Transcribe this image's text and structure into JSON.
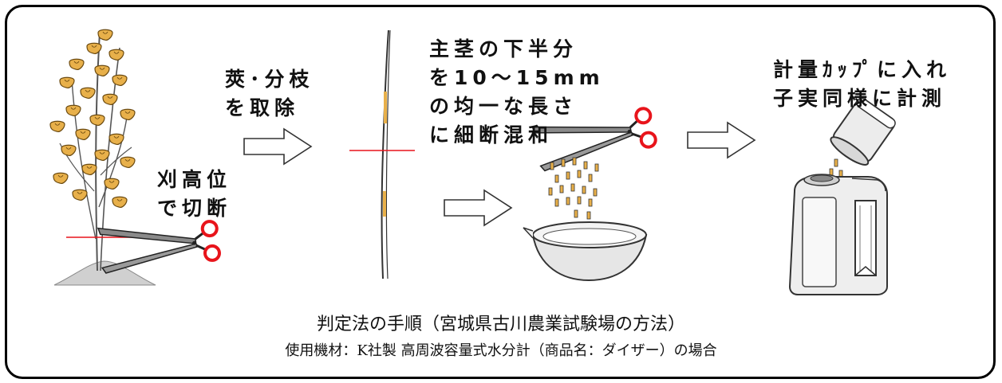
{
  "steps": [
    {
      "id": "cut",
      "lines": [
        "刈高位",
        "で切断"
      ]
    },
    {
      "id": "remove",
      "lines": [
        "莢･分枝",
        "を取除"
      ]
    },
    {
      "id": "chop",
      "lines": [
        "主茎の下半分",
        "を10～15mm",
        "の均一な長さ",
        "に細断混和"
      ]
    },
    {
      "id": "measure",
      "lines": [
        "計量ｶｯﾌﾟに入れ",
        "子実同様に計測"
      ]
    }
  ],
  "caption": {
    "title": "判定法の手順（宮城県古川農業試験場の方法）",
    "subtitle": "使用機材：K社製 高周波容量式水分計（商品名：ダイザー）の場合"
  },
  "colors": {
    "pod": "#e8b04a",
    "pod_outline": "#6b4a10",
    "cut_line": "#e8141b",
    "scissor_ring": "#e8141b",
    "scissor_blade": "#8a8a8a",
    "meter_body": "#eeeeee"
  }
}
